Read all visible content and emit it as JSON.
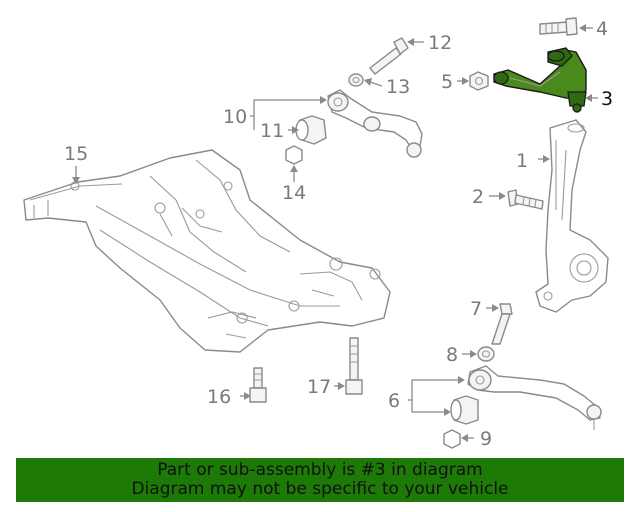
{
  "callouts": {
    "c1": "1",
    "c2": "2",
    "c3": "3",
    "c4": "4",
    "c5": "5",
    "c6": "6",
    "c7": "7",
    "c8": "8",
    "c9": "9",
    "c10": "10",
    "c11": "11",
    "c12": "12",
    "c13": "13",
    "c14": "14",
    "c15": "15",
    "c16": "16",
    "c17": "17"
  },
  "highlighted_part": "3",
  "colors": {
    "highlight": "#4a8a1a",
    "banner": "#1e7a06",
    "line": "#8a8a8a"
  },
  "banner": {
    "line1": "Part or sub-assembly is #3 in diagram",
    "line2": "Diagram may not be specific to your vehicle"
  }
}
